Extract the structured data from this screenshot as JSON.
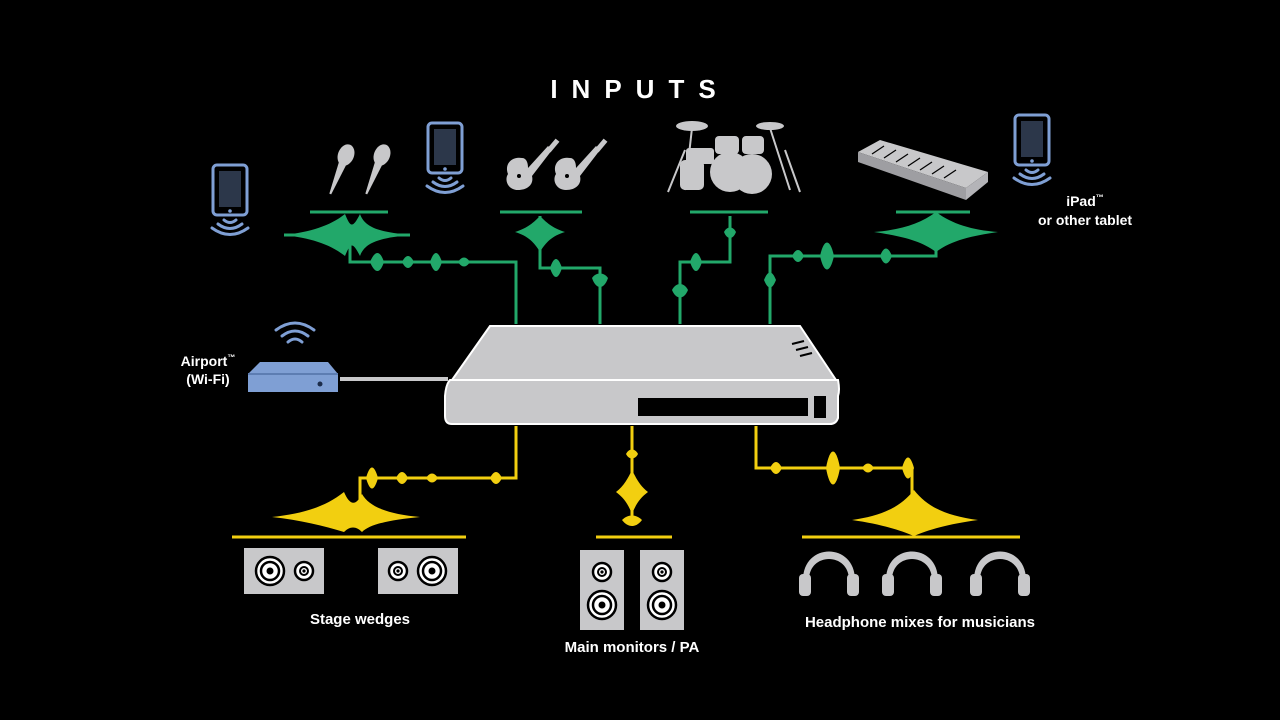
{
  "title": "INPUTS",
  "labels": {
    "airport_line1": "Airport",
    "airport_line2": "(Wi-Fi)",
    "ipad_line1": "iPad",
    "ipad_line2": "or other tablet",
    "trademark": "™",
    "stage_wedges": "Stage wedges",
    "main_monitors": "Main monitors / PA",
    "headphone_mixes": "Headphone mixes for musicians"
  },
  "colors": {
    "background": "#000000",
    "device": "#c8c8ca",
    "device_shadow": "#9e9ea2",
    "tablet": "#7f9fd4",
    "input_signal": "#22a86a",
    "output_signal": "#f2cf10",
    "text": "#ffffff"
  },
  "icons": [
    "tablet-icon",
    "wifi-icon",
    "microphone-icon",
    "electric-guitar-icon",
    "drum-kit-icon",
    "keyboard-icon",
    "mixer-device-icon",
    "airport-router-icon",
    "stage-wedge-icon",
    "monitor-speaker-icon",
    "headphones-icon"
  ]
}
